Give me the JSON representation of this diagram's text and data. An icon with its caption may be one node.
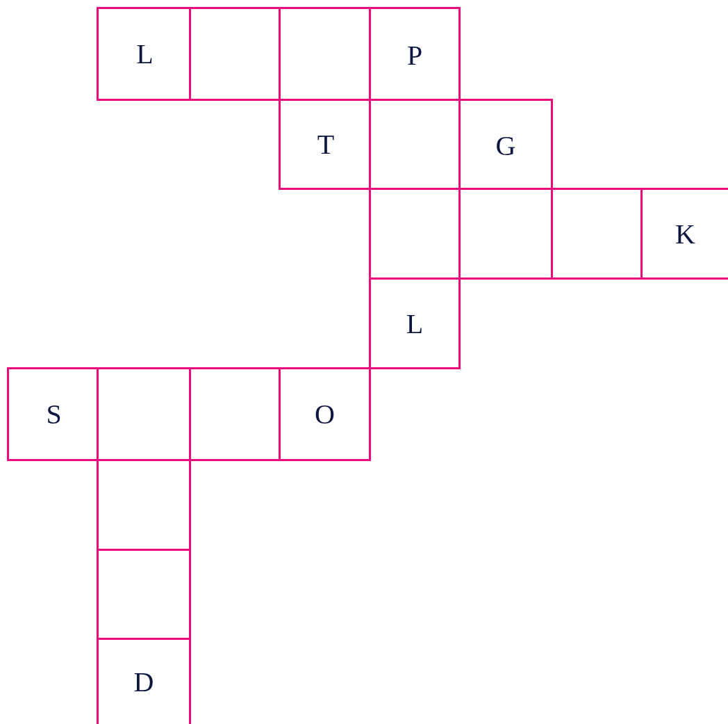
{
  "diagram": {
    "nodes": [
      {
        "text": [
          "L"
        ]
      },
      {
        "text": [],
        "shape": "box"
      },
      {
        "text": [],
        "shape": "box"
      },
      {
        "text": [
          "P"
        ]
      },
      {
        "text": [
          "T"
        ]
      },
      {
        "text": [],
        "shape": "box"
      },
      {
        "text": [
          "G"
        ]
      },
      {
        "text": [],
        "shape": "box"
      },
      {
        "text": [],
        "shape": "box"
      },
      {
        "text": [],
        "shape": "box"
      },
      {
        "text": [
          "K"
        ]
      },
      {
        "text": [
          "L"
        ]
      },
      {
        "text": [
          "S"
        ]
      },
      {
        "text": [],
        "shape": "box"
      },
      {
        "text": [],
        "shape": "box"
      },
      {
        "text": [
          "O"
        ]
      },
      {
        "text": [],
        "shape": "box"
      },
      {
        "text": [],
        "shape": "box"
      },
      {
        "text": [
          "D"
        ]
      }
    ]
  }
}
